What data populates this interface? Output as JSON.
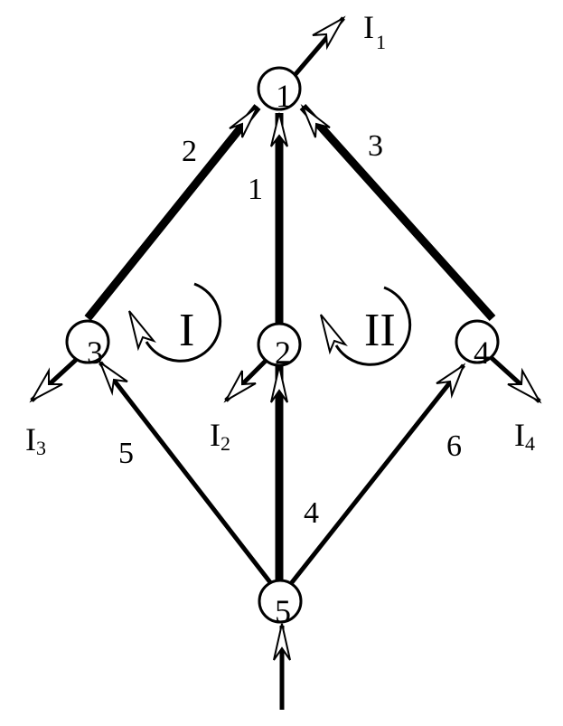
{
  "nodes": [
    {
      "id": "1",
      "label": "1"
    },
    {
      "id": "2",
      "label": "2"
    },
    {
      "id": "3",
      "label": "3"
    },
    {
      "id": "4",
      "label": "4"
    },
    {
      "id": "5",
      "label": "5"
    }
  ],
  "edges": [
    {
      "id": "1",
      "label": "1",
      "from": "2",
      "to": "1"
    },
    {
      "id": "2",
      "label": "2",
      "from": "3",
      "to": "1"
    },
    {
      "id": "3",
      "label": "3",
      "from": "4",
      "to": "1"
    },
    {
      "id": "4",
      "label": "4",
      "from": "5",
      "to": "2"
    },
    {
      "id": "5",
      "label": "5",
      "from": "5",
      "to": "3"
    },
    {
      "id": "6",
      "label": "6",
      "from": "5",
      "to": "4"
    }
  ],
  "loops": [
    {
      "id": "I",
      "label": "I"
    },
    {
      "id": "II",
      "label": "II"
    }
  ],
  "currents": [
    {
      "id": "I1",
      "letter": "I",
      "sub": "1",
      "node": "1"
    },
    {
      "id": "I2",
      "letter": "I",
      "sub": "2",
      "node": "2"
    },
    {
      "id": "I3",
      "letter": "I",
      "sub": "3",
      "node": "3"
    },
    {
      "id": "I4",
      "letter": "I",
      "sub": "4",
      "node": "4"
    }
  ]
}
